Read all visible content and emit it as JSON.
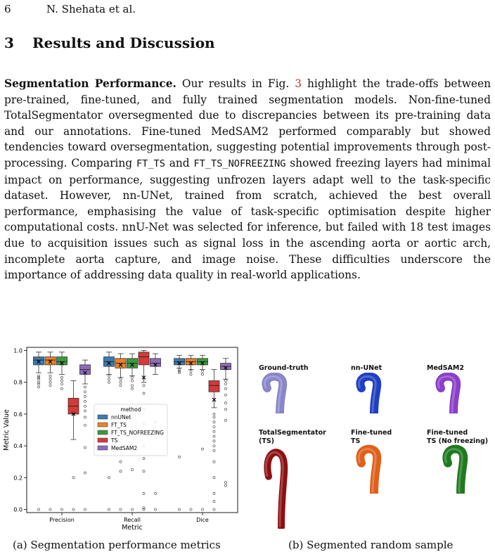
{
  "header": {
    "page_number": "6",
    "authors": "N. Shehata et al."
  },
  "section": {
    "number": "3",
    "title": "Results and Discussion"
  },
  "paragraph": {
    "lead": "Segmentation Performance.",
    "p1": " Our results in Fig. ",
    "fig_ref": "3",
    "p2": " highlight the trade-offs between pre-trained, fine-tuned, and fully trained segmentation models. Non-fine-tuned TotalSegmentator oversegmented due to discrepancies between its pre-training data and our annotations. Fine-tuned MedSAM2 performed comparably but showed tendencies toward oversegmentation, suggesting potential improvements through post-processing. Comparing ",
    "code1": "FT_TS",
    "p3": " and ",
    "code2": "FT_TS_NOFREEZING",
    "p4": " showed freezing layers had minimal impact on performance, suggesting unfrozen layers adapt well to the task-specific dataset. However, nn-UNet, trained from scratch, achieved the best overall performance, emphasising the value of task-specific optimisation despite higher computational costs. nnU-Net was selected for inference, but failed with 18 test images due to acquisition issues such as signal loss in the ascending aorta or aortic arch, incomplete aorta capture, and image noise. These difficulties underscore the importance of addressing data quality in real-world applications."
  },
  "chart_data": {
    "type": "box",
    "xlabel": "Metric",
    "ylabel": "Metric Value",
    "categories": [
      "Precision",
      "Recall",
      "Dice"
    ],
    "ylim": [
      -0.02,
      1.02
    ],
    "yticks": [
      "0.0",
      "0.2",
      "0.4",
      "0.6",
      "0.8",
      "1.0"
    ],
    "legend": {
      "title": "method",
      "placement": "center"
    },
    "series": [
      {
        "name": "nnUNet",
        "color": "#3b7bb0",
        "boxes": [
          {
            "q1": 0.91,
            "median": 0.94,
            "q3": 0.96,
            "lo": 0.86,
            "hi": 0.99,
            "mean": 0.93,
            "outliers": [
              0.84,
              0.83,
              0.82,
              0.8,
              0.79,
              0.77,
              0.0
            ]
          },
          {
            "q1": 0.9,
            "median": 0.93,
            "q3": 0.96,
            "lo": 0.85,
            "hi": 0.99,
            "mean": 0.92,
            "outliers": [
              0.84,
              0.82,
              0.8,
              0.2,
              0.0
            ]
          },
          {
            "q1": 0.91,
            "median": 0.93,
            "q3": 0.95,
            "lo": 0.89,
            "hi": 0.97,
            "mean": 0.92,
            "outliers": [
              0.88,
              0.87,
              0.86,
              0.33,
              0.0
            ]
          }
        ]
      },
      {
        "name": "FT_TS",
        "color": "#e8822a",
        "boxes": [
          {
            "q1": 0.91,
            "median": 0.94,
            "q3": 0.96,
            "lo": 0.86,
            "hi": 0.99,
            "mean": 0.93,
            "outliers": [
              0.84,
              0.82,
              0.8,
              0.78,
              0.0
            ]
          },
          {
            "q1": 0.89,
            "median": 0.92,
            "q3": 0.95,
            "lo": 0.83,
            "hi": 0.98,
            "mean": 0.91,
            "outliers": [
              0.82,
              0.8,
              0.78,
              0.3,
              0.24,
              0.0
            ]
          },
          {
            "q1": 0.91,
            "median": 0.93,
            "q3": 0.95,
            "lo": 0.88,
            "hi": 0.97,
            "mean": 0.92,
            "outliers": [
              0.87,
              0.85,
              0.0
            ]
          }
        ]
      },
      {
        "name": "FT_TS_NOFREEZING",
        "color": "#3c9a3c",
        "boxes": [
          {
            "q1": 0.91,
            "median": 0.93,
            "q3": 0.96,
            "lo": 0.85,
            "hi": 0.99,
            "mean": 0.92,
            "outliers": [
              0.83,
              0.81,
              0.79,
              0.76,
              0.0
            ]
          },
          {
            "q1": 0.89,
            "median": 0.92,
            "q3": 0.95,
            "lo": 0.84,
            "hi": 0.98,
            "mean": 0.91,
            "outliers": [
              0.83,
              0.81,
              0.78,
              0.76,
              0.25,
              0.0
            ]
          },
          {
            "q1": 0.91,
            "median": 0.93,
            "q3": 0.95,
            "lo": 0.88,
            "hi": 0.97,
            "mean": 0.92,
            "outliers": [
              0.87,
              0.85,
              0.38,
              0.0
            ]
          }
        ]
      },
      {
        "name": "TS",
        "color": "#d43a36",
        "boxes": [
          {
            "q1": 0.6,
            "median": 0.65,
            "q3": 0.7,
            "lo": 0.44,
            "hi": 0.81,
            "mean": 0.6,
            "outliers": [
              0.2,
              0.0
            ]
          },
          {
            "q1": 0.91,
            "median": 0.96,
            "q3": 0.99,
            "lo": 0.8,
            "hi": 1.0,
            "mean": 0.83,
            "outliers": [
              0.78,
              0.73,
              0.63,
              0.54,
              0.47,
              0.4,
              0.32,
              0.24,
              0.1,
              0.01,
              0.0
            ]
          },
          {
            "q1": 0.74,
            "median": 0.78,
            "q3": 0.81,
            "lo": 0.64,
            "hi": 0.88,
            "mean": 0.69,
            "outliers": [
              0.6,
              0.58,
              0.55,
              0.52,
              0.49,
              0.46,
              0.43,
              0.4,
              0.37,
              0.3,
              0.2,
              0.1,
              0.05,
              0.0
            ]
          }
        ]
      },
      {
        "name": "MedSAM2",
        "color": "#8e6bbd",
        "boxes": [
          {
            "q1": 0.85,
            "median": 0.88,
            "q3": 0.91,
            "lo": 0.79,
            "hi": 0.94,
            "mean": 0.86,
            "outliers": [
              0.77,
              0.74,
              0.71,
              0.68,
              0.65,
              0.62,
              0.58,
              0.53,
              0.39,
              0.23,
              0.0
            ]
          },
          {
            "q1": 0.9,
            "median": 0.92,
            "q3": 0.95,
            "lo": 0.85,
            "hi": 0.98,
            "mean": 0.91,
            "outliers": [
              0.55,
              0.1,
              0.0
            ]
          },
          {
            "q1": 0.88,
            "median": 0.9,
            "q3": 0.92,
            "lo": 0.82,
            "hi": 0.95,
            "mean": 0.89,
            "outliers": [
              0.81,
              0.79,
              0.76,
              0.72,
              0.67,
              0.63,
              0.56,
              0.17,
              0.15
            ]
          }
        ]
      }
    ]
  },
  "samples": [
    {
      "label": "Ground-truth",
      "color": "#8a86c9"
    },
    {
      "label": "nn-UNet",
      "color": "#1f3fc4"
    },
    {
      "label": "MedSAM2",
      "color": "#8b3fc9"
    },
    {
      "label": "TotalSegmentator\n(TS)",
      "color": "#8e1010"
    },
    {
      "label": "Fine-tuned\nTS",
      "color": "#e0601a"
    },
    {
      "label": "Fine-tuned\nTS (No freezing)",
      "color": "#1f7a1f"
    }
  ],
  "captions": {
    "a": "(a) Segmentation performance metrics",
    "b": "(b) Segmented random sample"
  }
}
